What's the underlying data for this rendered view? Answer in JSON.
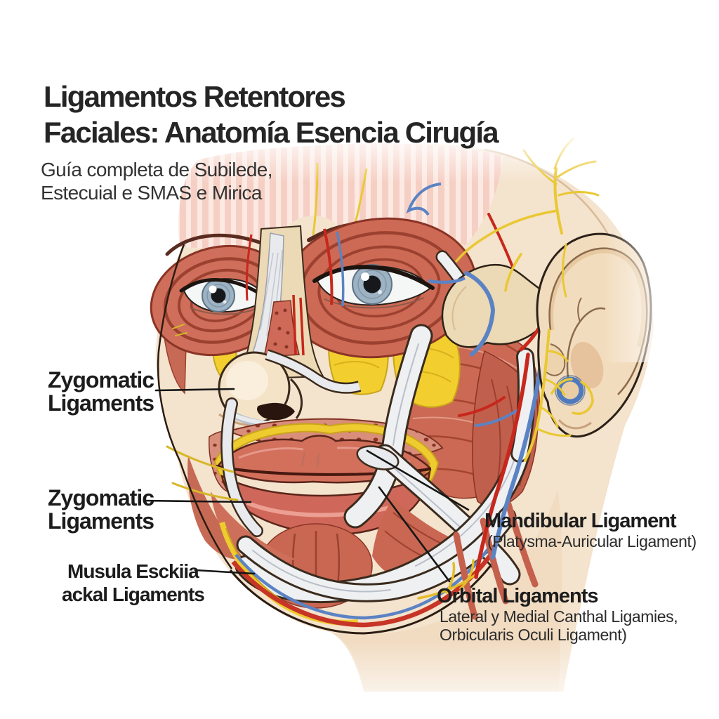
{
  "title": {
    "line1": "Ligamentos Retentores",
    "line2": "Faciales: Anatomía Esencia Cirugía"
  },
  "subtitle": {
    "line1": "Guía completa de Subilede,",
    "line2": "Estecuial e SMAS e Mirica"
  },
  "labels": {
    "zygomatic_upper": {
      "line1": "Zygomatic",
      "line2": "Ligaments"
    },
    "zygomatic_lower": {
      "line1": "Zygomatic",
      "line2": "Ligaments"
    },
    "buccal": {
      "line1": "Musula Esckiia",
      "line2": "ackal Ligaments"
    },
    "mandibular": {
      "title": "Mandibular Ligament",
      "subtitle": "(Platysma-Auricular Ligament)"
    },
    "orbital": {
      "title": "Orbital Ligaments",
      "line2": "Lateral y Medial Canthal Ligamies,",
      "line3": "Orbicularis Oculi Ligament)"
    }
  },
  "palette": {
    "background": "#ffffff",
    "text": "#222222",
    "leader_line": "#161616",
    "skin": "#f4e3cd",
    "bone_cream": "#ecd9b5",
    "muscle_red": "#c96a56",
    "muscle_shadow": "#9c4130",
    "muscle_outline": "#7a3020",
    "forehead_pink": "#f6cfc4",
    "fat_nerve_yellow": "#eecb2f",
    "vein_blue": "#5b83c4",
    "artery_red": "#c8271c",
    "ligament_white": "#eef0f2",
    "ligament_shade": "#b9bfc9",
    "iris_blue_gray": "#9db2c2",
    "ear_skin": "#f2dcbe"
  }
}
